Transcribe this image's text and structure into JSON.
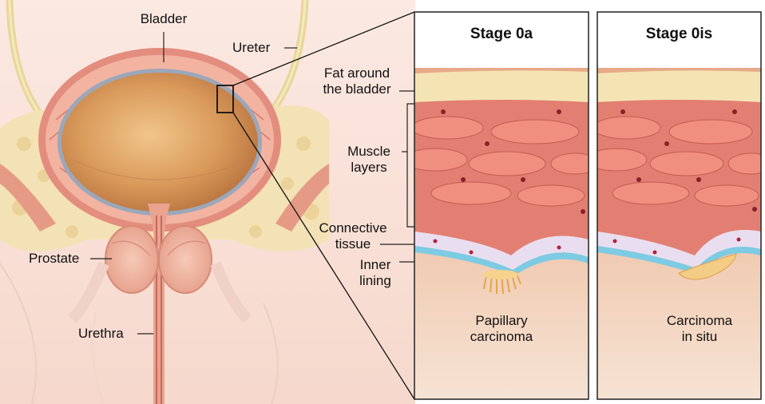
{
  "labels": {
    "bladder": "Bladder",
    "ureter": "Ureter",
    "fat_line1": "Fat around",
    "fat_line2": "the bladder",
    "muscle_line1": "Muscle",
    "muscle_line2": "layers",
    "connective_line1": "Connective",
    "connective_line2": "tissue",
    "inner_line1": "Inner",
    "inner_line2": "lining",
    "prostate": "Prostate",
    "urethra": "Urethra"
  },
  "panels": [
    {
      "title": "Stage 0a",
      "tumor_line1": "Papillary",
      "tumor_line2": "carcinoma"
    },
    {
      "title": "Stage 0is",
      "tumor_line1": "Carcinoma",
      "tumor_line2": "in situ"
    }
  ]
}
